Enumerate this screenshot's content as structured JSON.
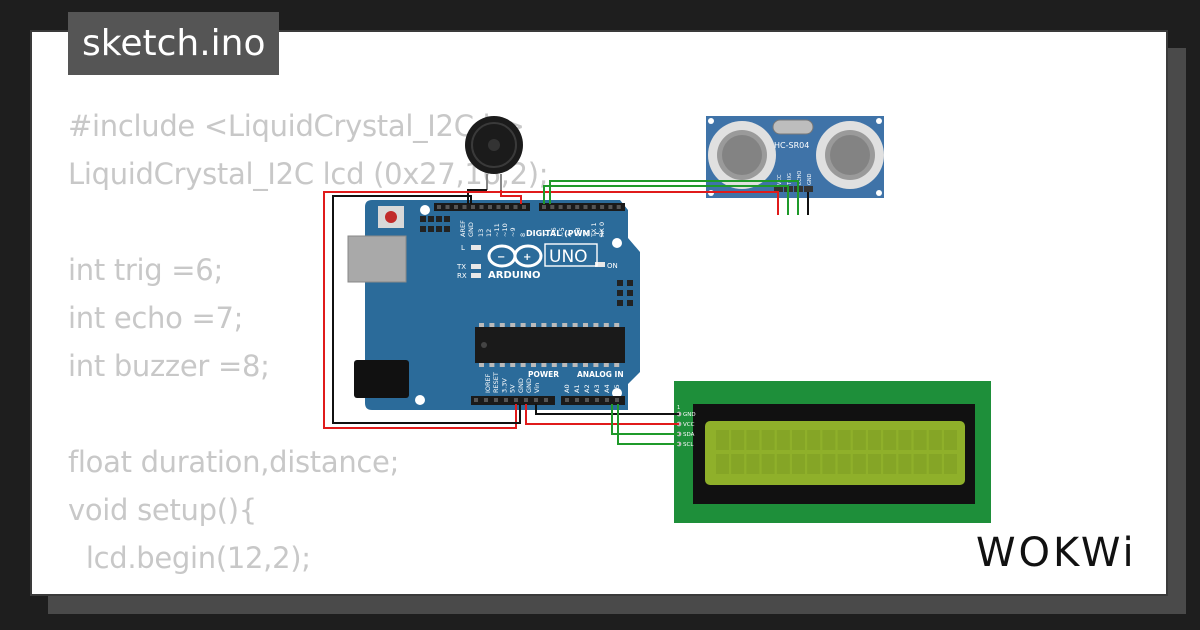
{
  "tab": {
    "title": "sketch.ino"
  },
  "code_lines": [
    "#include <LiquidCrystal_I2C.h>",
    "LiquidCrystal_I2C lcd (0x27,16,2);",
    "",
    "int trig =6;",
    "int echo =7;",
    "int buzzer =8;",
    "",
    "float duration,distance;",
    "void setup(){",
    "  lcd.begin(12,2);"
  ],
  "brand": {
    "logo_text": "WOKWi"
  },
  "arduino": {
    "brand": "ARDUINO",
    "model": "UNO",
    "digital_label": "DIGITAL (PWM ~)",
    "power_label": "POWER",
    "analog_label": "ANALOG IN",
    "on_label": "ON",
    "l_label": "L",
    "tx_label": "TX",
    "rx_label": "RX",
    "top_pins": [
      "AREF",
      "GND",
      "13",
      "12",
      "~11",
      "~10",
      "~9",
      "8",
      "7",
      "~6",
      "~5",
      "4",
      "~3",
      "2",
      "TX 1",
      "RX 0"
    ],
    "power_pins": [
      "IOREF",
      "RESET",
      "3.3V",
      "5V",
      "GND",
      "GND",
      "Vin"
    ],
    "analog_pins": [
      "A0",
      "A1",
      "A2",
      "A3",
      "A4",
      "A5"
    ]
  },
  "ultrasonic": {
    "model": "HC-SR04",
    "pins": [
      "VCC",
      "TRIG",
      "ECHO",
      "GND"
    ]
  },
  "lcd": {
    "pins": [
      "GND",
      "VCC",
      "SDA",
      "SCL"
    ],
    "pin_marker": "1"
  },
  "colors": {
    "board": "#2b6b9a",
    "wire_red": "#e01b1b",
    "wire_black": "#111111",
    "wire_green": "#1f9a2a",
    "lcd_pcb": "#1e8f3a",
    "lcd_screen": "#8fb02a",
    "sensor_board": "#3f73a8",
    "code_text": "#c8c8c8"
  }
}
